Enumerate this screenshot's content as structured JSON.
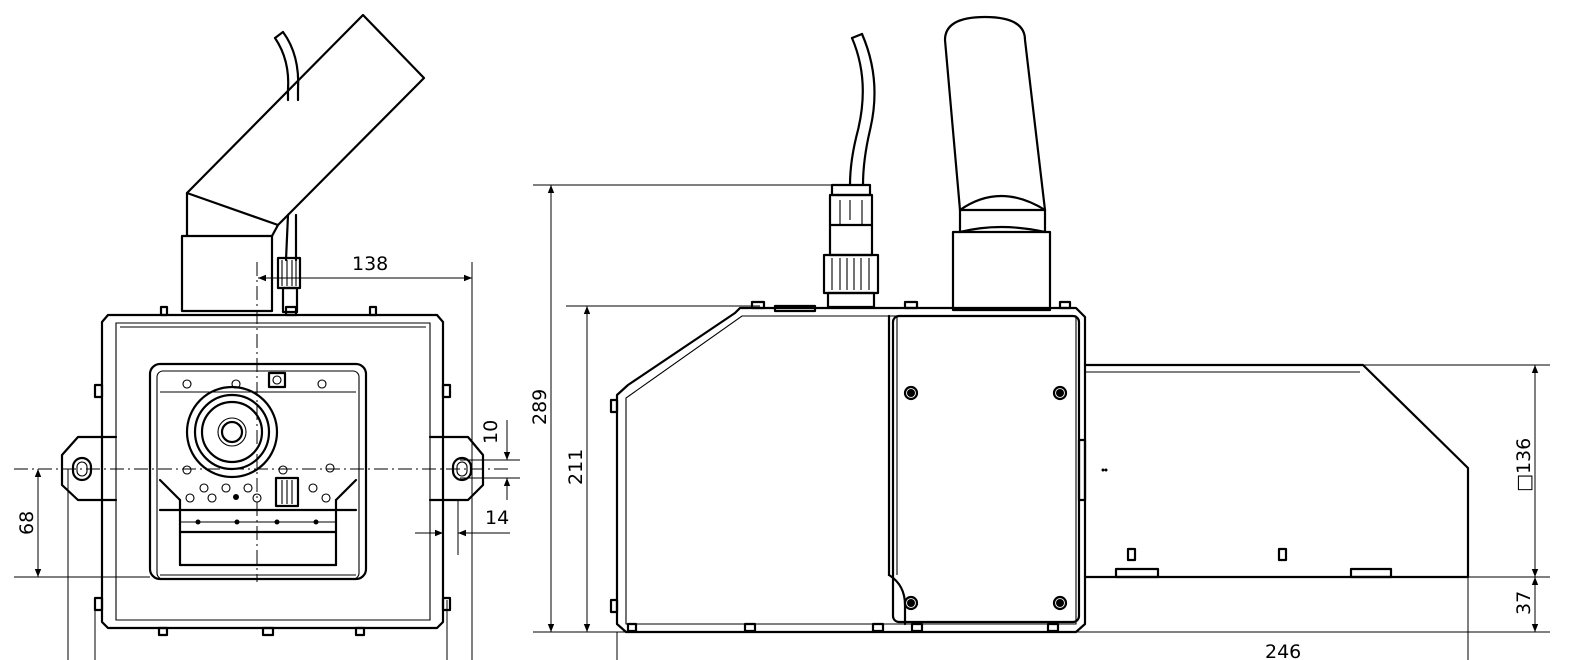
{
  "drawing": {
    "dimensions": {
      "front_offset": "138",
      "front_lug_slot": "10",
      "front_lug_offset": "14",
      "front_mount_height": "68",
      "side_total_height": "289",
      "side_body_height": "211",
      "tube_square": "□136",
      "tube_base": "37",
      "tube_length": "246"
    }
  }
}
